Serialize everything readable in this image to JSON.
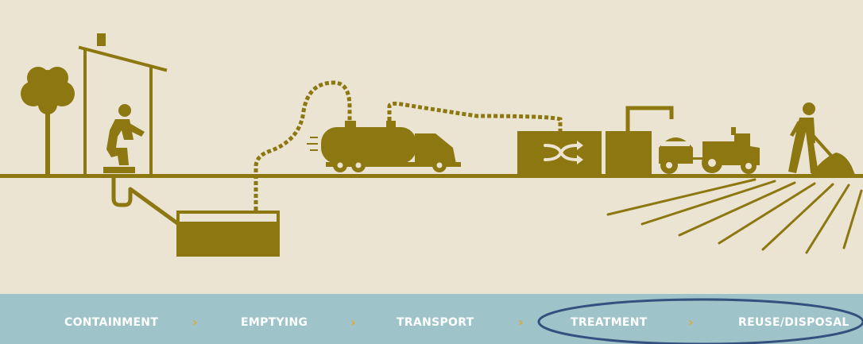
{
  "colors": {
    "background": "#ece4d2",
    "illustration": "#8c7710",
    "step_bar": "#9ec4c9",
    "step_text": "#ffffff",
    "chevron": "#e3a82c",
    "highlight_ellipse": "#34507e"
  },
  "illustration": {
    "icons": [
      "tree-icon",
      "latrine-house-icon",
      "squatting-person-icon",
      "pit-pipe-icon",
      "septic-tank-icon",
      "suction-hose-icon",
      "vacuum-truck-icon",
      "treatment-plant-icon",
      "storage-tank-icon",
      "tractor-trailer-icon",
      "worker-shovel-icon",
      "field-furrows-icon"
    ]
  },
  "steps": [
    {
      "label": "CONTAINMENT"
    },
    {
      "label": "EMPTYING"
    },
    {
      "label": "TRANSPORT"
    },
    {
      "label": "TREATMENT"
    },
    {
      "label": "REUSE/DISPOSAL"
    }
  ],
  "separator": "›",
  "highlight": {
    "shape": "ellipse",
    "covers_steps": [
      "TREATMENT",
      "REUSE/DISPOSAL"
    ]
  }
}
